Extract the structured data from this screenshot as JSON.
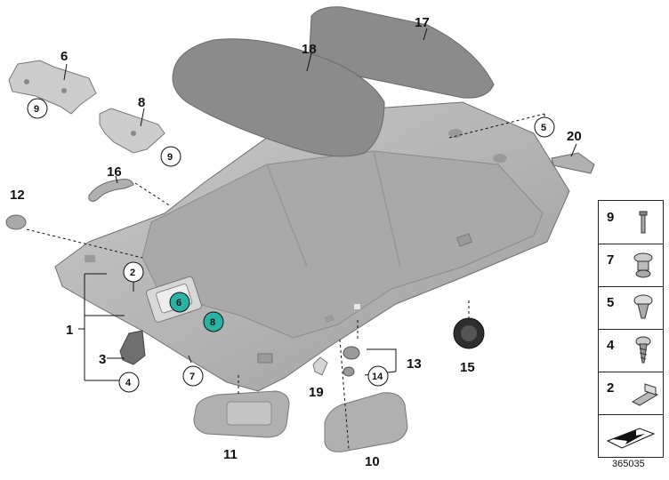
{
  "diagram": {
    "labels": {
      "l1": "1",
      "l2": "2",
      "l3": "3",
      "l4": "4",
      "l5": "5",
      "l6": "6",
      "l6b": "6",
      "l7": "7",
      "l8": "8",
      "l8b": "8",
      "l9a": "9",
      "l9b": "9",
      "l10": "10",
      "l11": "11",
      "l12": "12",
      "l13": "13",
      "l14": "14",
      "l15": "15",
      "l16": "16",
      "l17": "17",
      "l18": "18",
      "l19": "19",
      "l20": "20"
    }
  },
  "legend": [
    {
      "number": "9",
      "icon": "push-rivet-icon"
    },
    {
      "number": "7",
      "icon": "clip-icon"
    },
    {
      "number": "5",
      "icon": "expanding-rivet-icon"
    },
    {
      "number": "4",
      "icon": "screw-icon"
    },
    {
      "number": "2",
      "icon": "spring-clip-icon"
    }
  ],
  "diagram_number": "365035",
  "colors": {
    "headliner": "#b9b9b9",
    "panel": "#8a8a8a",
    "accent": "#2ab3a4"
  }
}
